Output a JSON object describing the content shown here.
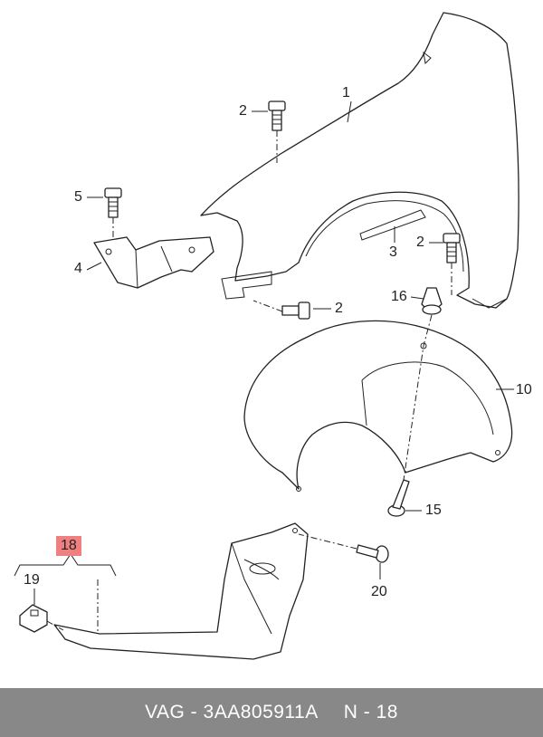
{
  "callouts": {
    "c1": "1",
    "c2a": "2",
    "c2b": "2",
    "c2c": "2",
    "c3": "3",
    "c4": "4",
    "c5": "5",
    "c10": "10",
    "c15": "15",
    "c16": "16",
    "c18": "18",
    "c19": "19",
    "c20": "20"
  },
  "footer": {
    "part_number": "VAG - 3AA805911A",
    "position": "N - 18"
  },
  "colors": {
    "highlight": "#f08080",
    "footer_bg": "#888888",
    "footer_text": "#ffffff"
  }
}
